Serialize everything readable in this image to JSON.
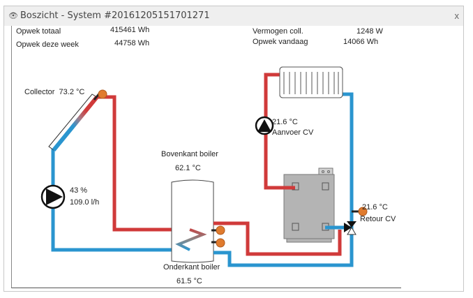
{
  "window": {
    "title": "Boszicht - System #20161205151701271",
    "title_icon": "eye-icon",
    "close_label": "x"
  },
  "stats": {
    "opwek_totaal_label": "Opwek totaal",
    "opwek_totaal_value": "415461 Wh",
    "opwek_week_label": "Opwek deze week",
    "opwek_week_value": "44758 Wh",
    "vermogen_label": "Vermogen coll.",
    "vermogen_value": "1248 W",
    "opwek_vandaag_label": "Opwek vandaag",
    "opwek_vandaag_value": "14066 Wh"
  },
  "collector": {
    "label": "Collector",
    "temperature": "73.2 °C"
  },
  "solar_pump": {
    "speed": "43 %",
    "flow": "109.0 l/h"
  },
  "boiler": {
    "top_label": "Bovenkant boiler",
    "top_temperature": "62.1 °C",
    "bottom_label": "Onderkant boiler",
    "bottom_temperature": "61.5 °C"
  },
  "cv_supply": {
    "temperature": "21.6 °C",
    "label": "Aanvoer CV"
  },
  "cv_return": {
    "temperature": "21.6 °C",
    "label": "Retour CV"
  },
  "colors": {
    "hot_pipe": "#d03a3a",
    "cold_pipe": "#2a95cf",
    "sensor": "#e07b2e",
    "heater": "#b4b4b4"
  }
}
